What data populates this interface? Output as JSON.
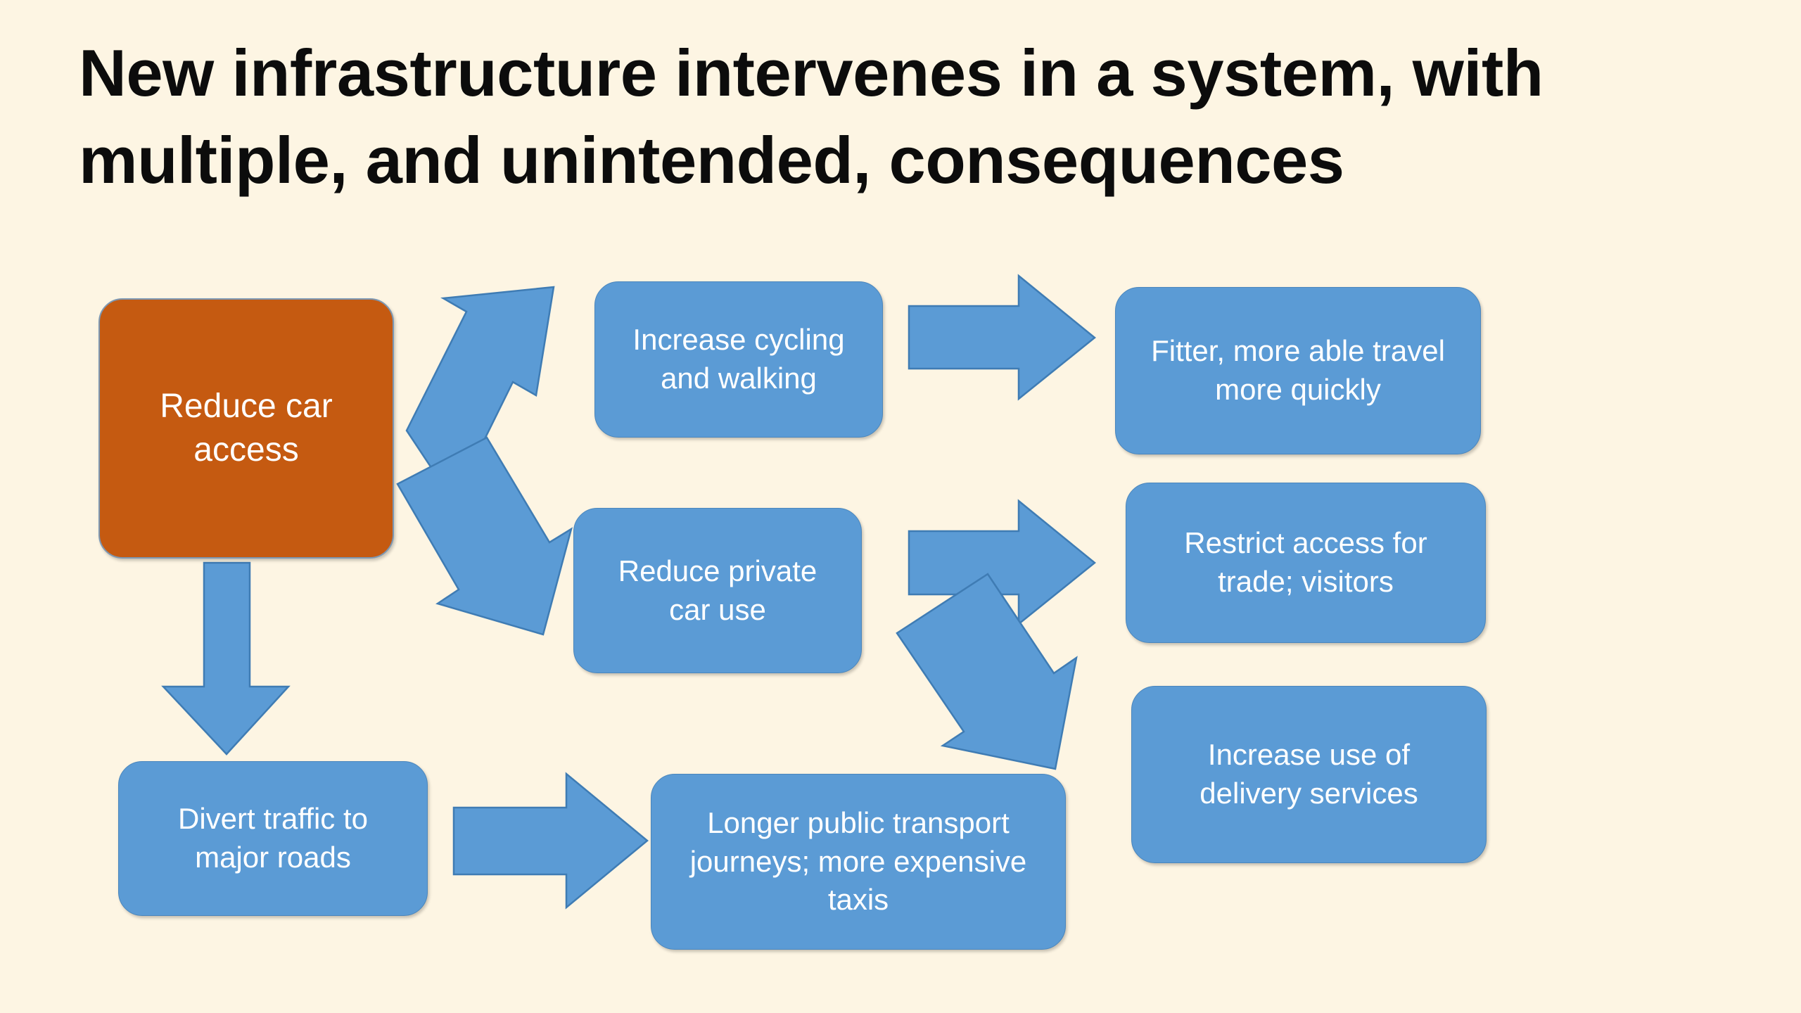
{
  "slide": {
    "background_color": "#FDF5E3",
    "title": "New infrastructure intervenes in a system, with\nmultiple, and unintended, consequences",
    "title_color": "#0C0C0C"
  },
  "palette": {
    "blue_fill": "#5B9BD5",
    "blue_border": "#4A86BD",
    "orange_fill": "#C55A11",
    "orange_border": "#7D98B3",
    "node_text": "#FFFFFF",
    "arrow_fill": "#5B9BD5",
    "arrow_border": "#3F7CB4"
  },
  "diagram": {
    "type": "flowchart",
    "nodes": [
      {
        "id": "reduce-car-access",
        "label": "Reduce car\naccess",
        "style": "orange",
        "column": 1,
        "row": 1
      },
      {
        "id": "increase-cycling-and-walking",
        "label": "Increase cycling\nand walking",
        "style": "blue",
        "column": 2,
        "row": 1
      },
      {
        "id": "fitter-more-able-travel-more-quickly",
        "label": "Fitter, more able travel\nmore quickly",
        "style": "blue",
        "column": 3,
        "row": 1
      },
      {
        "id": "reduce-private-car-use",
        "label": "Reduce private\ncar use",
        "style": "blue",
        "column": 2,
        "row": 2
      },
      {
        "id": "restrict-access-for-trade-visitors",
        "label": "Restrict access for\ntrade; visitors",
        "style": "blue",
        "column": 3,
        "row": 2
      },
      {
        "id": "increase-use-of-delivery-services",
        "label": "Increase use of\ndelivery services",
        "style": "blue",
        "column": 3,
        "row": 3
      },
      {
        "id": "divert-traffic-to-major-roads",
        "label": "Divert traffic to\nmajor roads",
        "style": "blue",
        "column": 1,
        "row": 3
      },
      {
        "id": "longer-public-transport-journeys-more-expensive-taxis",
        "label": "Longer public transport\njourneys; more expensive\ntaxis",
        "style": "blue",
        "column": 2,
        "row": 3
      }
    ],
    "edges": [
      {
        "id": "e1",
        "from": "reduce-car-access",
        "to": "increase-cycling-and-walking",
        "direction": "up-right"
      },
      {
        "id": "e2",
        "from": "reduce-car-access",
        "to": "reduce-private-car-use",
        "direction": "down-right"
      },
      {
        "id": "e3",
        "from": "reduce-car-access",
        "to": "divert-traffic-to-major-roads",
        "direction": "down"
      },
      {
        "id": "e4",
        "from": "increase-cycling-and-walking",
        "to": "fitter-more-able-travel-more-quickly",
        "direction": "right"
      },
      {
        "id": "e5",
        "from": "reduce-private-car-use",
        "to": "restrict-access-for-trade-visitors",
        "direction": "right"
      },
      {
        "id": "e6",
        "from": "reduce-private-car-use",
        "to": "increase-use-of-delivery-services",
        "direction": "down-right"
      },
      {
        "id": "e7",
        "from": "divert-traffic-to-major-roads",
        "to": "longer-public-transport-journeys-more-expensive-taxis",
        "direction": "right"
      }
    ]
  }
}
